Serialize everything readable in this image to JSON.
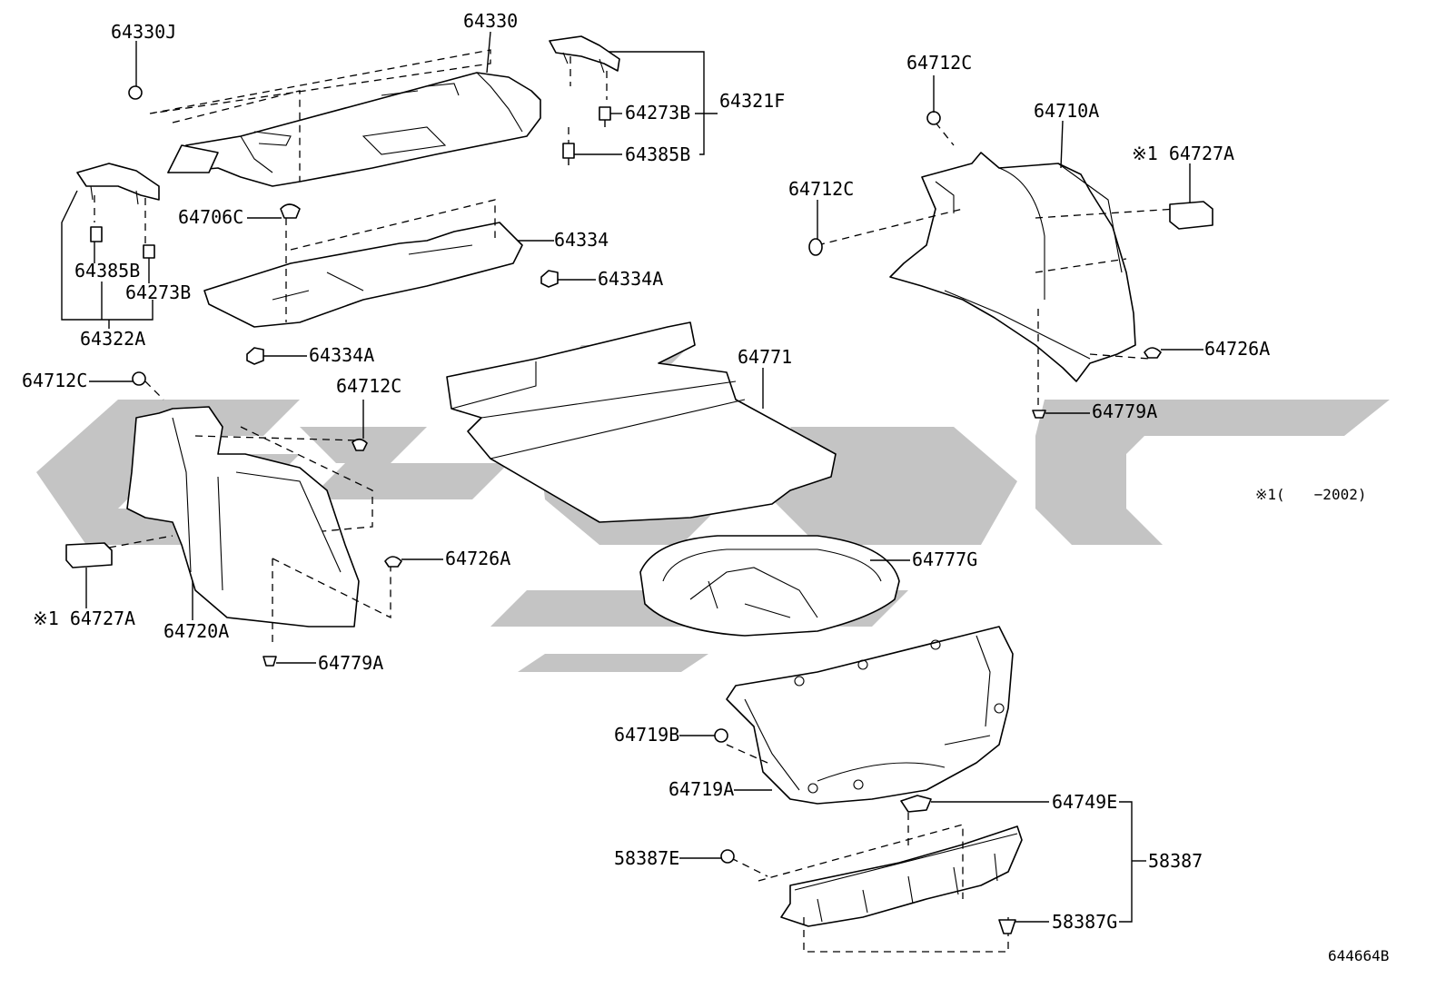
{
  "diagram_id": "644664B",
  "footnote": {
    "mark": "※1",
    "text": "※1(　　−2002)"
  },
  "labels": {
    "p64330J": "64330J",
    "p64330": "64330",
    "p64273B_top": "64273B",
    "p64385B_top": "64385B",
    "p64321F": "64321F",
    "p64712C_tr": "64712C",
    "p64710A": "64710A",
    "p64727A_r": "※1 64727A",
    "p64712C_r": "64712C",
    "p64706C": "64706C",
    "p64334": "64334",
    "p64334A_r": "64334A",
    "p64385B_l": "64385B",
    "p64273B_l": "64273B",
    "p64322A": "64322A",
    "p64334A_l": "64334A",
    "p64771": "64771",
    "p64726A_r": "64726A",
    "p64779A_r": "64779A",
    "p64712C_l": "64712C",
    "p64712C_m": "64712C",
    "p64727A_l": "※1 64727A",
    "p64726A_l": "64726A",
    "p64720A": "64720A",
    "p64779A_l": "64779A",
    "p64777G": "64777G",
    "p64719B": "64719B",
    "p64719A": "64719A",
    "p64749E": "64749E",
    "p58387E": "58387E",
    "p58387": "58387",
    "p58387G": "58387G"
  },
  "colors": {
    "line": "#000000",
    "watermark": "#c4c4c4",
    "background": "#ffffff"
  }
}
